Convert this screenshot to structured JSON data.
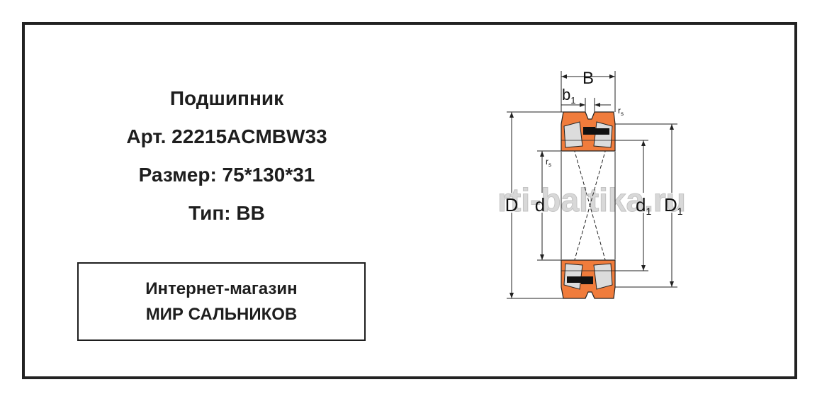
{
  "product": {
    "name": "Подшипник",
    "article": "Арт.  22215ACMBW33",
    "size": "Размер:  75*130*31",
    "type": "Тип:  BB"
  },
  "shop": {
    "line1": "Интернет-магазин",
    "line2": "МИР САЛЬНИКОВ"
  },
  "diagram": {
    "watermark": "rti-baltika.ru",
    "label_B": "B",
    "label_b1": "b",
    "label_b1_sub": "1",
    "label_rs": "r",
    "label_rs_sub": "s",
    "label_D": "D",
    "label_d": "d",
    "label_d1": "d",
    "label_d1_sub": "1",
    "label_D1": "D",
    "label_D1_sub": "1",
    "colors": {
      "ring": "#f07c3c",
      "roller": "#dcdcdc",
      "cage": "#111111",
      "line": "#222222",
      "watermark": "#d8d8d8"
    }
  }
}
